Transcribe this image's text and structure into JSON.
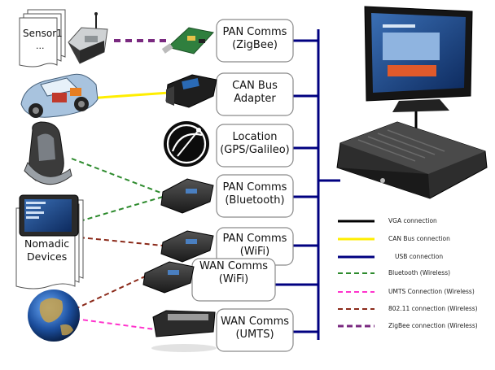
{
  "sensor": {
    "label": "Sensor1",
    "ellipsis": "..."
  },
  "nomadic": {
    "label_line1": "Nomadic",
    "label_line2": "Devices"
  },
  "boxes": [
    {
      "line1": "PAN Comms",
      "line2": "(ZigBee)"
    },
    {
      "line1": "CAN Bus",
      "line2": "Adapter"
    },
    {
      "line1": "Location",
      "line2": "(GPS/Galileo)"
    },
    {
      "line1": "PAN Comms",
      "line2": "(Bluetooth)"
    },
    {
      "line1": "PAN Comms",
      "line2": "(WiFi)"
    },
    {
      "line1": "WAN Comms",
      "line2": "(WiFi)"
    },
    {
      "line1": "WAN Comms",
      "line2": "(UMTS)"
    }
  ],
  "legend": [
    {
      "label": "VGA connection",
      "color": "#000000",
      "style": "solid"
    },
    {
      "label": "CAN Bus connection",
      "color": "#ffee00",
      "style": "solid"
    },
    {
      "label": "USB connection",
      "color": "#000080",
      "style": "solid"
    },
    {
      "label": "Bluetooth (Wireless)",
      "color": "#2e8b2e",
      "style": "dashed"
    },
    {
      "label": "UMTS Connection (Wireless)",
      "color": "#ff33cc",
      "style": "dashed"
    },
    {
      "label": "802.11 connection (Wireless)",
      "color": "#8b2a1a",
      "style": "dashed"
    },
    {
      "label": "ZigBee connection (Wireless)",
      "color": "#7a2a80",
      "style": "dashed"
    }
  ],
  "colors": {
    "usb": "#000080",
    "vga": "#000000",
    "can": "#ffee00",
    "bluetooth": "#2e8b2e",
    "umts": "#ff33cc",
    "wifi": "#8b2a1a",
    "zigbee": "#7a2a80"
  },
  "icons": [
    "sensor-device-icon",
    "zigbee-module-icon",
    "car-cutaway-icon",
    "can-bus-adapter-icon",
    "gps-dish-icon",
    "bluetooth-module-icon",
    "wifi-module-icon",
    "umts-module-icon",
    "child-car-seat-icon",
    "pda-icon",
    "globe-icon",
    "touchscreen-monitor-icon",
    "computer-box-icon"
  ]
}
